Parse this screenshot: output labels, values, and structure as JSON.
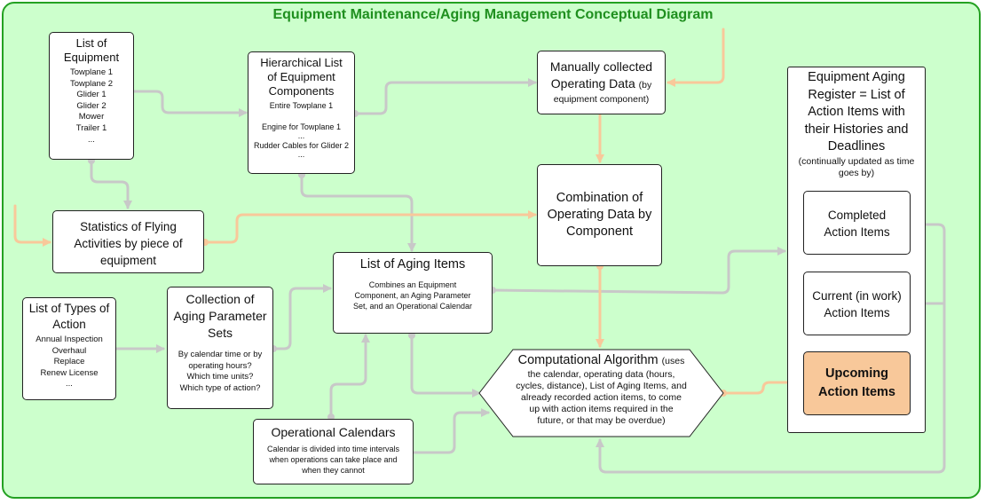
{
  "diagram": {
    "title": "Equipment Maintenance/Aging Management Conceptual Diagram",
    "colors": {
      "background": "#ccffcc",
      "frame": "#24a122",
      "title": "#1f8f1f",
      "connector": "#c8c8c8",
      "flow": "#f8c89a",
      "highlight": "#f8c89a"
    },
    "list_of_equipment": {
      "title": [
        "List of",
        "Equipment"
      ],
      "items": [
        "Towplane 1",
        "Towplane 2",
        "Glider 1",
        "Glider 2",
        "Mower",
        "Trailer 1",
        "..."
      ]
    },
    "hierarchical_list": {
      "title": [
        "Hierarchical List",
        "of Equipment",
        "Components"
      ],
      "items": [
        "Entire Towplane 1",
        "...",
        "Engine for Towplane 1",
        "...",
        "Rudder Cables for Glider 2",
        "..."
      ]
    },
    "manually_collected": {
      "title_1": "Manually collected",
      "title_2": "Operating Data",
      "title_2b": "(by",
      "title_3": "equipment component)"
    },
    "combination": {
      "title": [
        "Combination of",
        "Operating Data by",
        "Component"
      ]
    },
    "statistics": {
      "title": [
        "Statistics of Flying",
        "Activities by piece of",
        "equipment"
      ]
    },
    "list_of_aging_items": {
      "title": "List of Aging Items",
      "desc": [
        "Combines an Equipment",
        "Component, an Aging Parameter",
        "Set, and an Operational Calendar"
      ]
    },
    "types_of_action": {
      "title": [
        "List of Types of",
        "Action"
      ],
      "items": [
        "Annual Inspection",
        "Overhaul",
        "Replace",
        "Renew License",
        "..."
      ]
    },
    "aging_parameter_sets": {
      "title": [
        "Collection of",
        "Aging Parameter",
        "Sets"
      ],
      "questions": [
        "By calendar time or by",
        "operating hours?",
        "Which time units?",
        "Which type of action?"
      ]
    },
    "operational_calendars": {
      "title": "Operational Calendars",
      "desc": [
        "Calendar is divided into time intervals",
        "when operations can take place and",
        "when they cannot"
      ]
    },
    "computational_algorithm": {
      "title": "Computational Algorithm",
      "title_suffix": "(uses",
      "desc": [
        "the calendar, operating data (hours,",
        "cycles, distance), List of Aging Items, and",
        "already recorded action items, to come",
        "up with action items required in the",
        "future, or that may be overdue)"
      ]
    },
    "aging_register": {
      "title": [
        "Equipment Aging",
        "Register = List of",
        "Action Items with",
        "their Histories and",
        "Deadlines"
      ],
      "note": [
        "(continually updated as time",
        "goes by)"
      ],
      "completed": [
        "Completed",
        "Action Items"
      ],
      "current": [
        "Current (in work)",
        "Action Items"
      ],
      "upcoming": [
        "Upcoming",
        "Action Items"
      ]
    }
  }
}
